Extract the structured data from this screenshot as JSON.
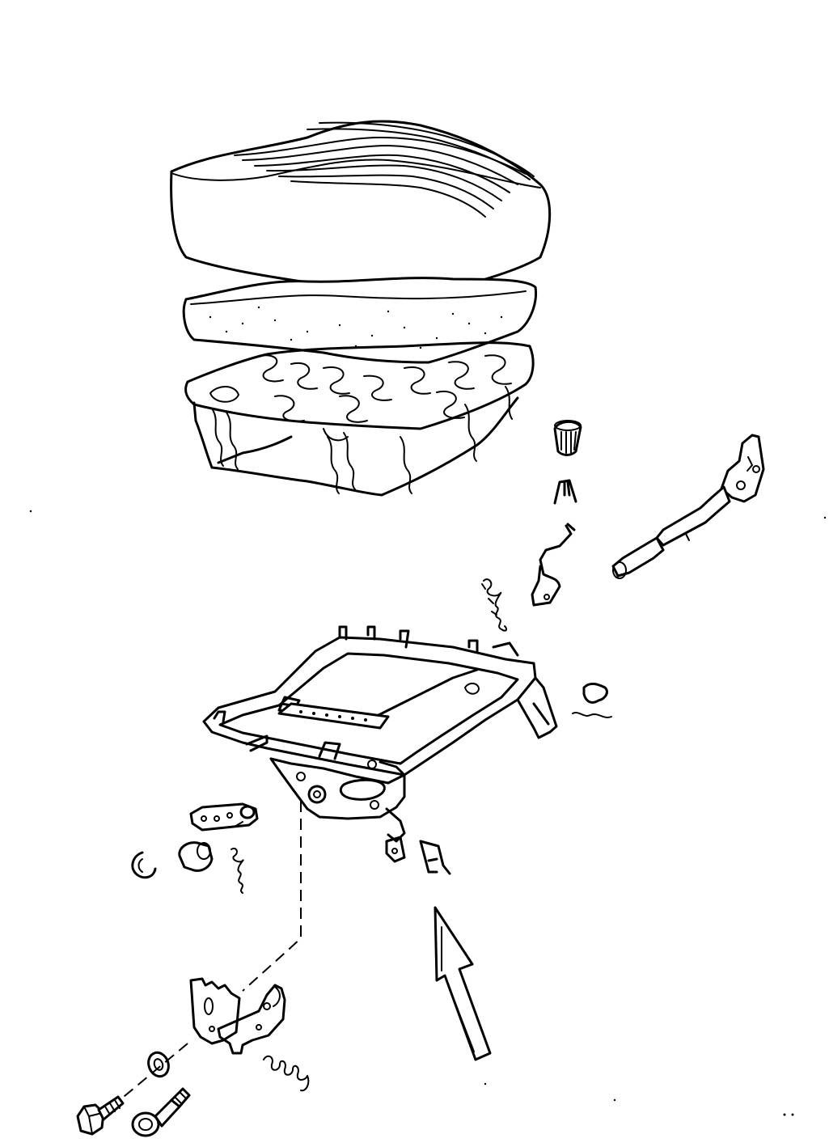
{
  "diagram": {
    "kind": "exploded-parts-illustration",
    "subject": "seat assembly",
    "line_color": "#000000",
    "background": "#ffffff",
    "parts": [
      "seat-cushion-cover",
      "seat-foam-pad",
      "seat-spring-frame",
      "seat-base-frame",
      "adjust-knob",
      "lever-clip",
      "adjust-lever-rod",
      "torsion-bar",
      "tension-spring-upper",
      "spring-clip",
      "link-plate",
      "snap-ring",
      "bushing",
      "tension-spring-lower",
      "bracket-hook",
      "height-adjust-bracket",
      "washer",
      "hex-bolt",
      "shoulder-bolt",
      "coil-spring-small"
    ],
    "callout": "hollow-arrow-pointing-up"
  }
}
